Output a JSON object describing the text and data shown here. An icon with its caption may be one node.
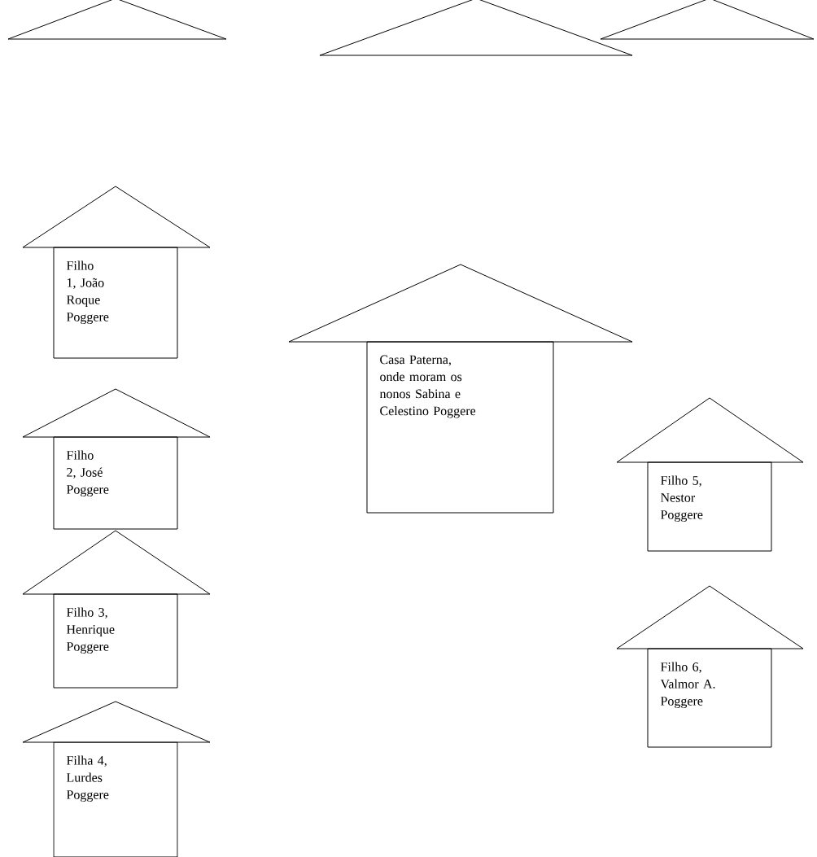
{
  "diagram": {
    "nodes": [
      {
        "text": [],
        "shape": "triangle"
      },
      {
        "text": [],
        "shape": "triangle"
      },
      {
        "text": [],
        "shape": "triangle"
      },
      {
        "text": [
          "Filho 1, João Roque Poggere"
        ]
      },
      {
        "text": [
          "Casa Paterna, onde moram os nonos Sabina e Celestino Poggere"
        ]
      },
      {
        "text": [
          "Filho 2, José Poggere"
        ]
      },
      {
        "text": [
          "Filho 5, Nestor Poggere"
        ]
      },
      {
        "text": [
          "Filho 3, Henrique Poggere"
        ]
      },
      {
        "text": [
          "Filho 6, Valmor A. Poggere"
        ]
      },
      {
        "text": [
          "Filha 4, Lurdes Poggere"
        ]
      }
    ]
  }
}
